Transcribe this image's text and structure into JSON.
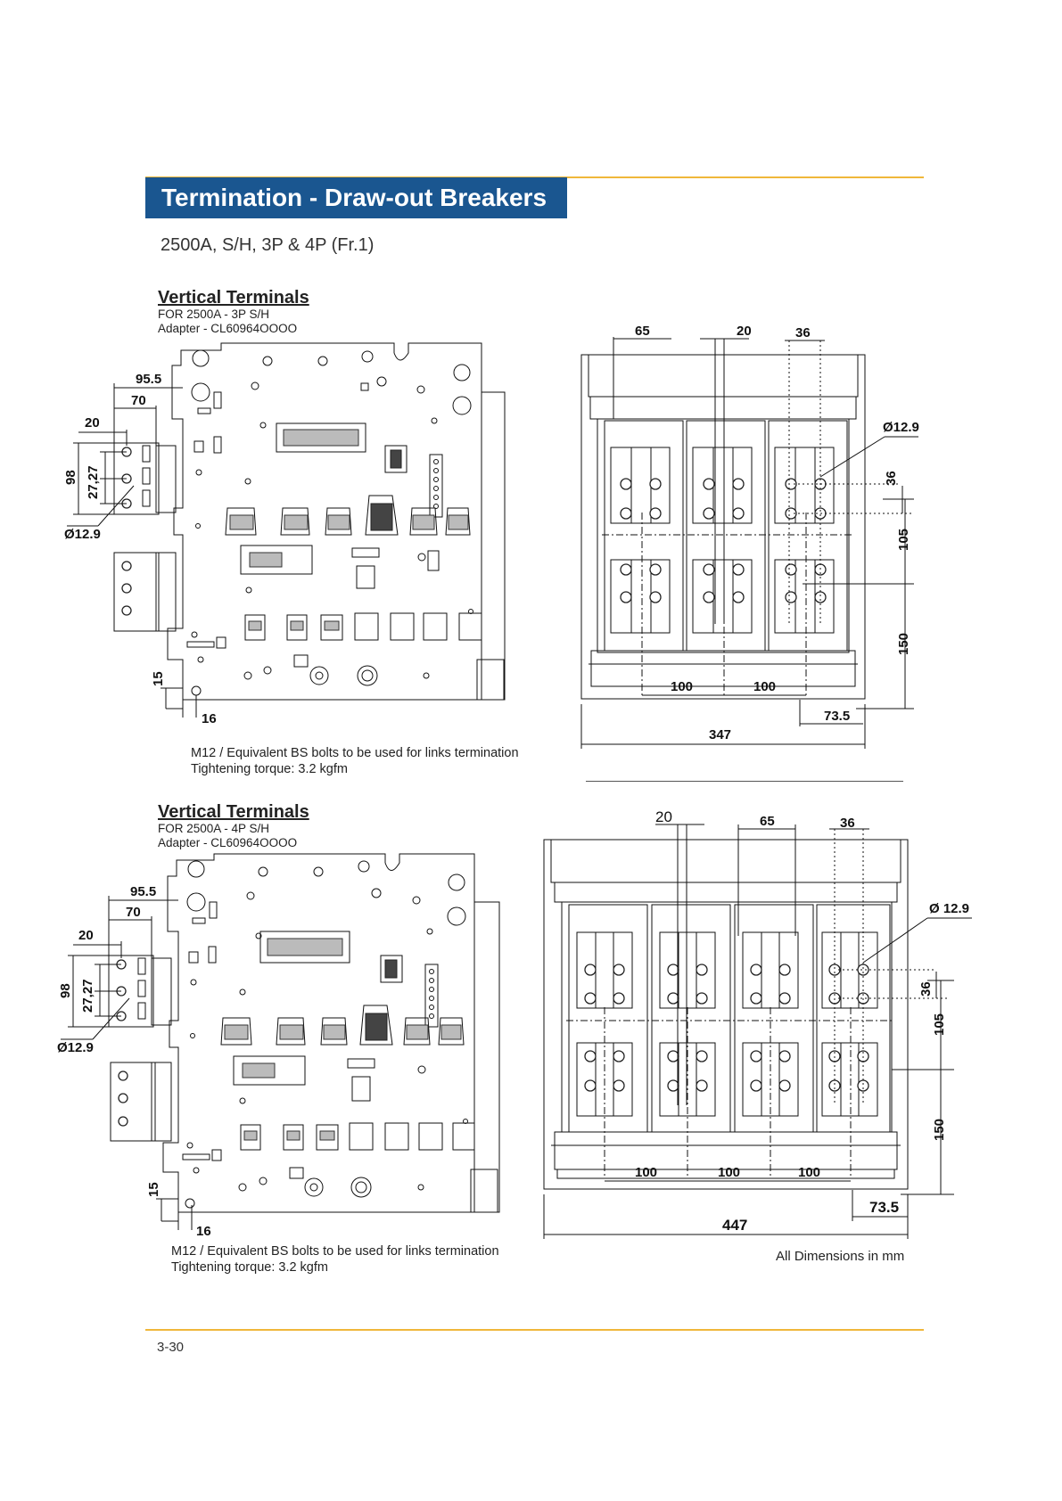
{
  "header": {
    "title": "Termination - Draw-out Breakers",
    "subtitle": "2500A, S/H, 3P & 4P (Fr.1)"
  },
  "section1": {
    "heading": "Vertical Terminals",
    "line1": "FOR 2500A - 3P  S/H",
    "line2": "Adapter - CL60964OOOO",
    "note1": "M12 / Equivalent BS bolts to be used for links termination",
    "note2": "Tightening torque: 3.2 kgfm",
    "side_dims": {
      "d95": "95.5",
      "d70": "70",
      "d20": "20",
      "d98": "98",
      "d2727": "27,27",
      "dia": "Ø12.9",
      "d15": "15",
      "d16": "16"
    },
    "front_dims": {
      "d65": "65",
      "d20": "20",
      "d36top": "36",
      "dia": "Ø12.9",
      "d36": "36",
      "d105": "105",
      "d150": "150",
      "d100a": "100",
      "d100b": "100",
      "d73": "73.5",
      "d347": "347"
    }
  },
  "section2": {
    "heading": "Vertical Terminals",
    "line1": "FOR 2500A - 4P  S/H",
    "line2": "Adapter - CL60964OOOO",
    "note1": "M12 / Equivalent BS bolts to be used for links termination",
    "note2": "Tightening torque: 3.2 kgfm",
    "side_dims": {
      "d95": "95.5",
      "d70": "70",
      "d20": "20",
      "d98": "98",
      "d2727": "27,27",
      "dia": "Ø12.9",
      "d15": "15",
      "d16": "16"
    },
    "front_dims": {
      "d20": "20",
      "d65": "65",
      "d36top": "36",
      "dia": "Ø 12.9",
      "d36": "36",
      "d105": "105",
      "d150": "150",
      "d100a": "100",
      "d100b": "100",
      "d100c": "100",
      "d73": "73.5",
      "d447": "447"
    }
  },
  "footer": {
    "all_dims": "All Dimensions in mm",
    "page": "3-30"
  }
}
